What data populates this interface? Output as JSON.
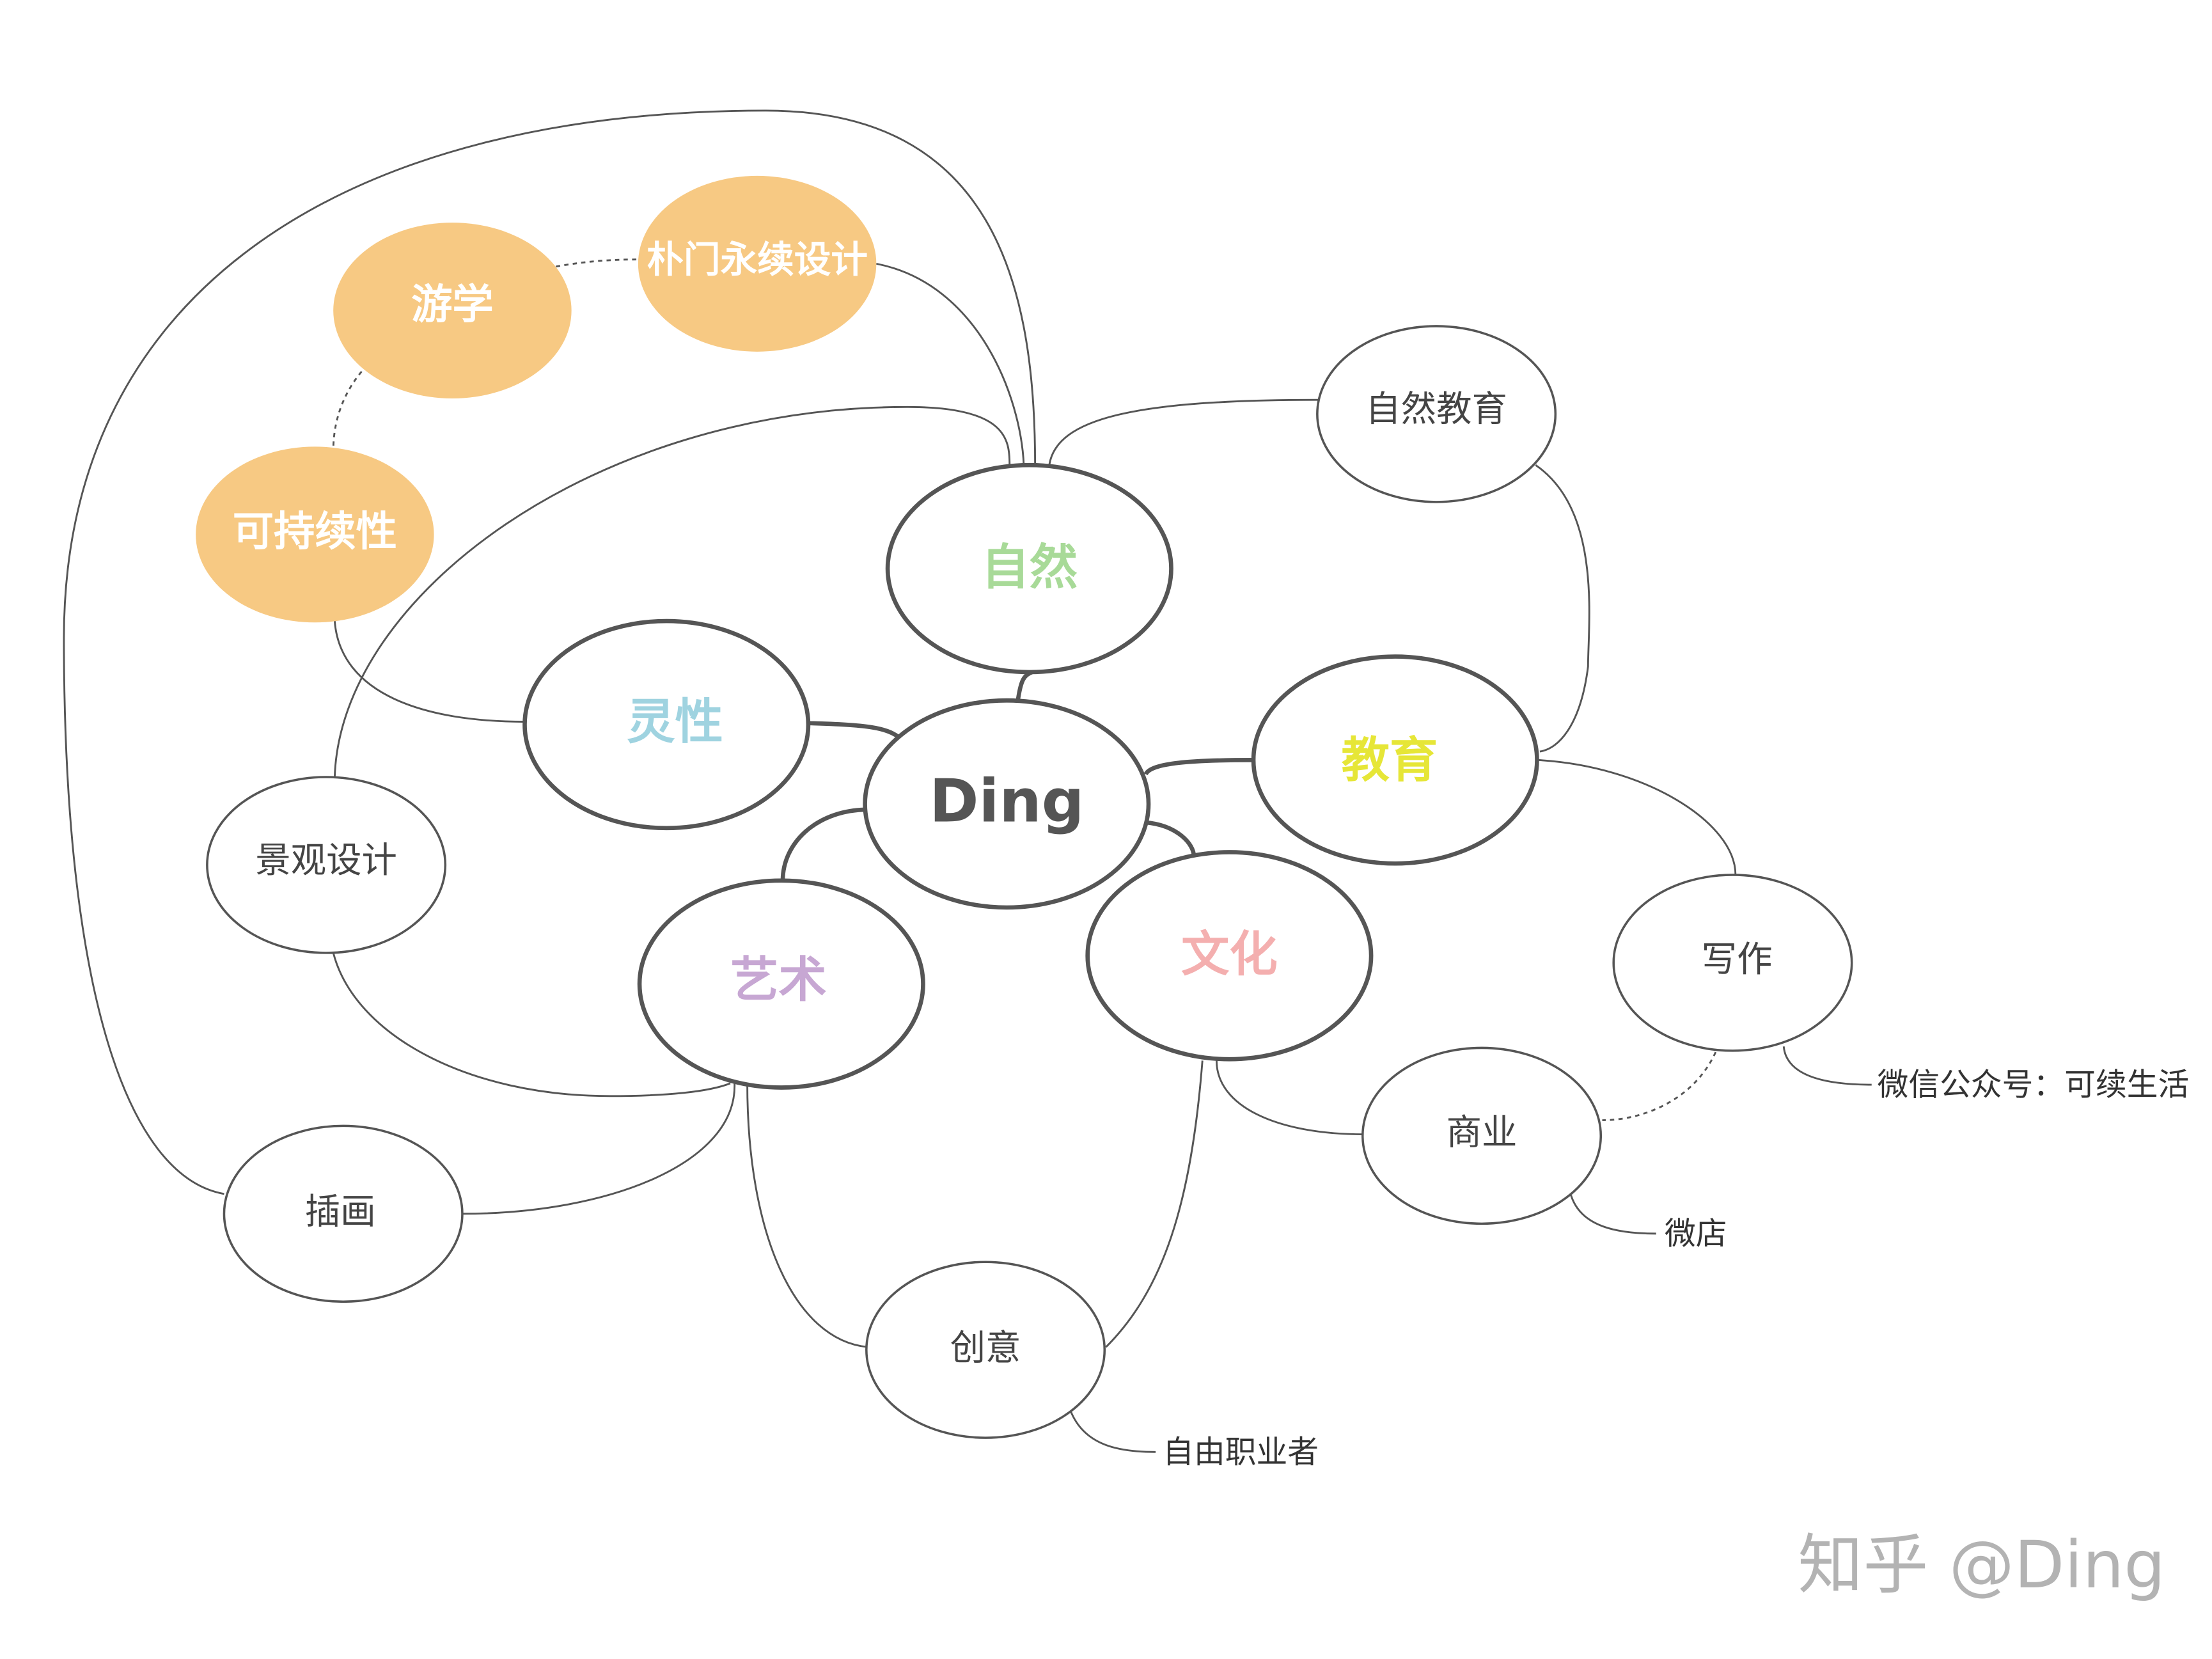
{
  "center": {
    "label": "Ding"
  },
  "main_nodes": {
    "nature": {
      "label": "自然",
      "color": "#A8DA98"
    },
    "spirit": {
      "label": "灵性",
      "color": "#9FD3E0"
    },
    "education": {
      "label": "教育",
      "color": "#E6E637"
    },
    "art": {
      "label": "艺术",
      "color": "#C7A7D3"
    },
    "culture": {
      "label": "文化",
      "color": "#F4AFAF"
    }
  },
  "highlight_nodes": {
    "color": "#F7C983",
    "study_travel": "游学",
    "permaculture": "朴门永续设计",
    "sustainability": "可持续性"
  },
  "sub_nodes": {
    "nature_education": "自然教育",
    "landscape": "景观设计",
    "writing": "写作",
    "business": "商业",
    "illustration": "插画",
    "creativity": "创意"
  },
  "notes": {
    "wechat": "微信公众号：可续生活",
    "shop": "微店",
    "freelancer": "自由职业者"
  },
  "watermark": "知乎 @Ding"
}
